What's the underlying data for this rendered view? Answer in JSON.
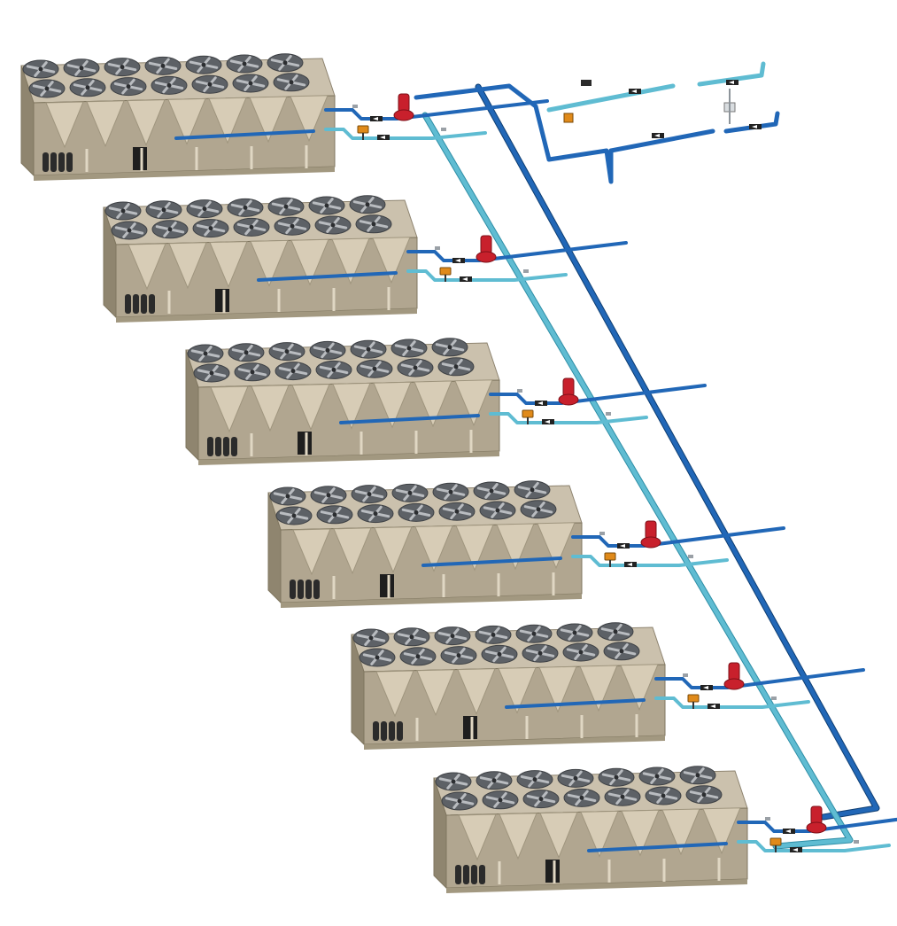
{
  "diagram": {
    "title": "",
    "chiller_count": 6,
    "fans_per_row": 7,
    "fan_rows": 2,
    "colors": {
      "background": "#ffffff",
      "housing_top": "#cbc1ad",
      "housing_side": "#b1a690",
      "housing_dark": "#8f856f",
      "fan": "#5d6166",
      "fan_blade": "#b9bcc0",
      "coil": "#d7ccb6",
      "compressor": "#2b2b2b",
      "supply_pipe": "#2167b7",
      "return_pipe": "#5fbcd2",
      "pump": "#c8202c",
      "actuator": "#e08a1a"
    },
    "icons": {
      "pump": "pump-icon",
      "valve": "valve-actuator-icon",
      "flow": "flow-direction-icon",
      "sensor": "sensor-icon",
      "fan": "fan-icon"
    }
  }
}
